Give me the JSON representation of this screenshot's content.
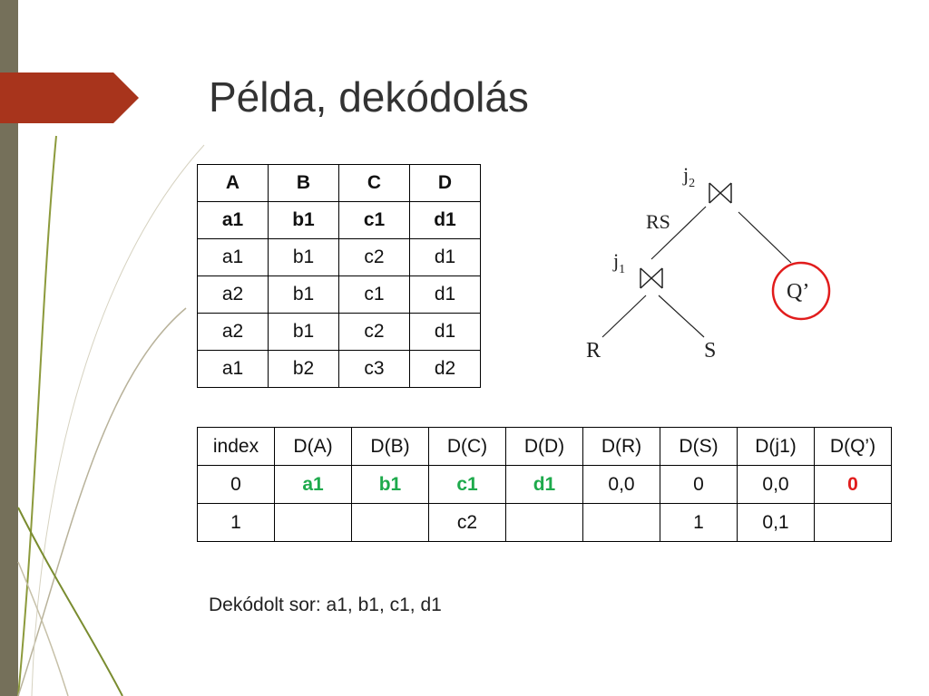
{
  "title": "Példa, dekódolás",
  "relation_table": {
    "headers": [
      "A",
      "B",
      "C",
      "D"
    ],
    "rows": [
      [
        "a1",
        "b1",
        "c1",
        "d1"
      ],
      [
        "a1",
        "b1",
        "c2",
        "d1"
      ],
      [
        "a2",
        "b1",
        "c1",
        "d1"
      ],
      [
        "a2",
        "b1",
        "c2",
        "d1"
      ],
      [
        "a1",
        "b2",
        "c3",
        "d2"
      ]
    ]
  },
  "decoding_table": {
    "headers": [
      "index",
      "D(A)",
      "D(B)",
      "D(C)",
      "D(D)",
      "D(R)",
      "D(S)",
      "D(j1)",
      "D(Q’)"
    ],
    "rows": [
      [
        "0",
        "a1",
        "b1",
        "c1",
        "d1",
        "0,0",
        "0",
        "0,0",
        "0"
      ],
      [
        "1",
        "",
        "",
        "c2",
        "",
        "",
        "1",
        "0,1",
        ""
      ]
    ]
  },
  "tree": {
    "j2": "j",
    "j2_sub": "2",
    "j1": "j",
    "j1_sub": "1",
    "rs": "RS",
    "r": "R",
    "s": "S",
    "q": "Q’"
  },
  "decoded_row": "Dekódolt sor: a1, b1, c1, d1",
  "colors": {
    "accent_red": "#a8341c",
    "side_bar": "#75705a",
    "highlight_green": "#1eaa4c",
    "highlight_red": "#e11c1c"
  }
}
